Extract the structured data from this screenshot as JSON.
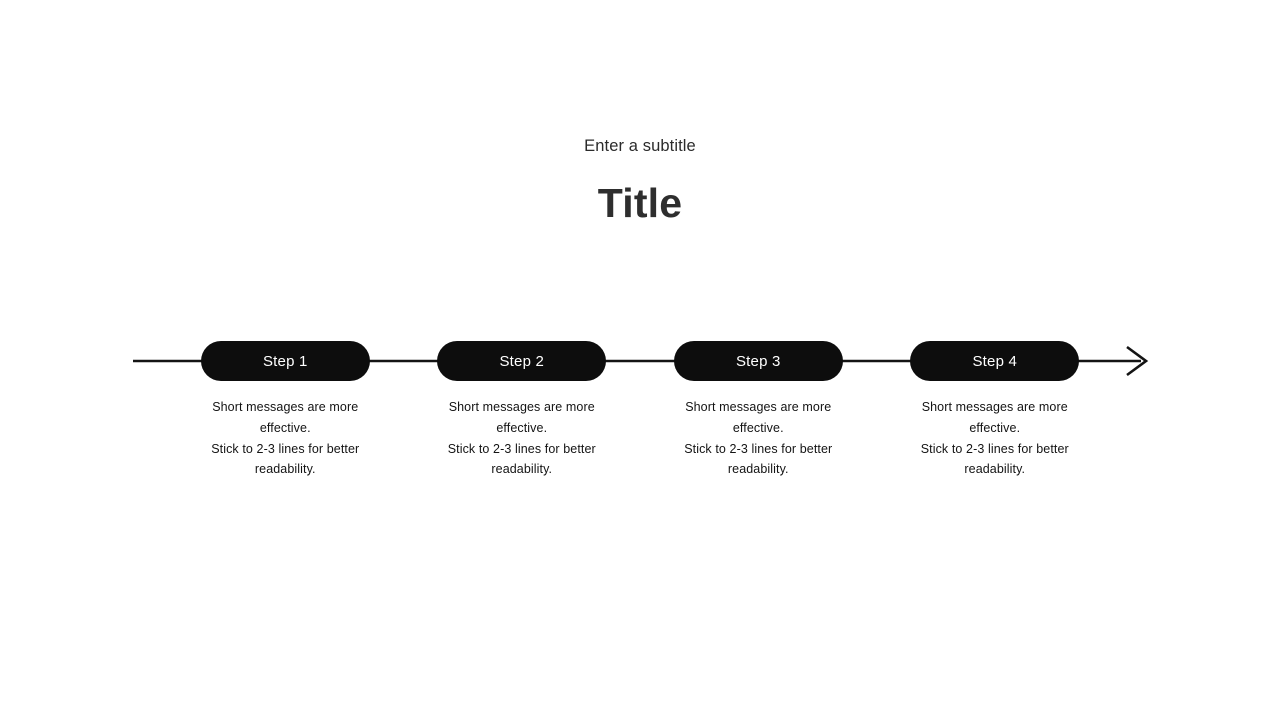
{
  "header": {
    "subtitle": "Enter a subtitle",
    "title": "Title"
  },
  "timeline": {
    "arrow_icon": "right-arrow",
    "steps": [
      {
        "label": "Step 1",
        "description": [
          "Short messages are more effective.",
          "Stick to 2-3 lines for better readability."
        ]
      },
      {
        "label": "Step 2",
        "description": [
          "Short messages are more effective.",
          "Stick to 2-3 lines for better readability."
        ]
      },
      {
        "label": "Step 3",
        "description": [
          "Short messages are more effective.",
          "Stick to 2-3 lines for better readability."
        ]
      },
      {
        "label": "Step 4",
        "description": [
          "Short messages are more effective.",
          "Stick to 2-3 lines for better readability."
        ]
      }
    ]
  },
  "colors": {
    "background": "#ffffff",
    "pill_fill": "#0d0d0d",
    "pill_text": "#ffffff",
    "title_text": "#2e2e2e",
    "body_text": "#141414",
    "line": "#141414"
  }
}
